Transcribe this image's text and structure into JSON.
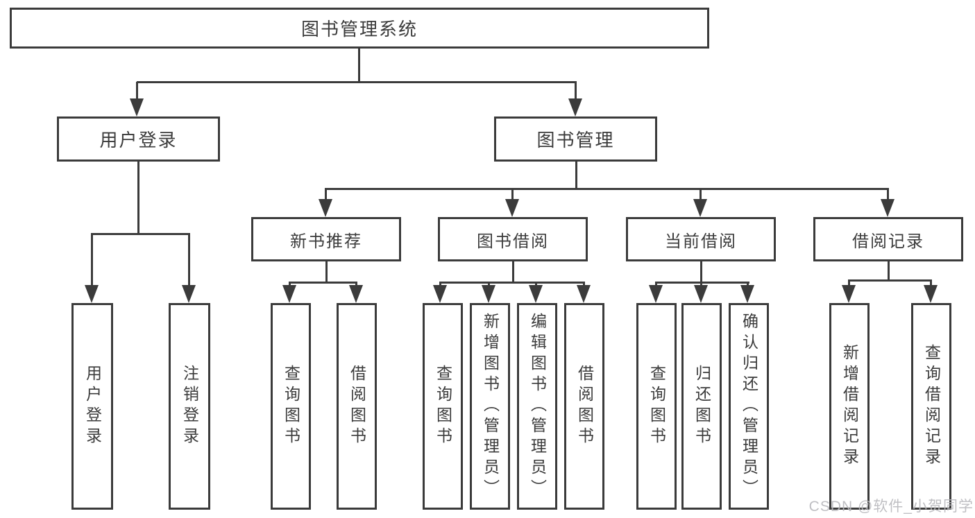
{
  "title": "图书管理系统",
  "level2": {
    "user_login": "用户登录",
    "book_mgmt": "图书管理"
  },
  "level3": {
    "new_books": "新书推荐",
    "book_borrow": "图书借阅",
    "current_borrow": "当前借阅",
    "borrow_records": "借阅记录"
  },
  "leaves": {
    "user_login": [
      "用户登录",
      "注销登录"
    ],
    "new_books": [
      "查询图书",
      "借阅图书"
    ],
    "book_borrow": [
      "查询图书",
      "新增图书（管理员）",
      "编辑图书（管理员）",
      "借阅图书"
    ],
    "current_borrow": [
      "查询图书",
      "归还图书",
      "确认归还（管理员）"
    ],
    "borrow_records": [
      "新增借阅记录",
      "查询借阅记录"
    ]
  },
  "watermark": "CSDN @软件_小贺同学",
  "colors": {
    "line": "#3b3b3b",
    "text": "#3b3b3b",
    "watermark": "#b9b9bd",
    "background": "#ffffff"
  }
}
